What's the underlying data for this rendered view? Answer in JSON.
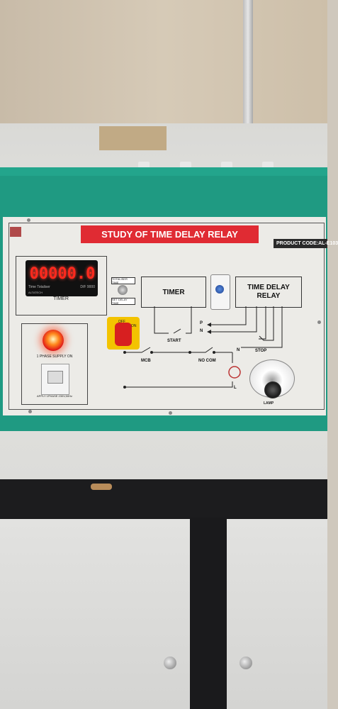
{
  "panel": {
    "title": "STUDY OF TIME DELAY RELAY",
    "product_code": "PRODUCT CODE:AL-E103"
  },
  "timer": {
    "display_value": "00000.0",
    "label": "TIMER",
    "small_left": "Time Totaliser",
    "small_right": "D/F 9000",
    "small_brand": "ALTATECH"
  },
  "toggle": {
    "top_label": "TOTALISER TIME",
    "bottom_label": "SET DELAY TIME"
  },
  "power": {
    "lamp_label": "1 PHASE SUPPLY ON",
    "apply_label": "APPLY 1PHASE 230V,50Hz"
  },
  "rotary_switch": {
    "off_label": "OFF",
    "on_label": "ON"
  },
  "diagram": {
    "timer_box": "TIMER",
    "tdr_box_line1": "TIME DELAY",
    "tdr_box_line2": "RELAY",
    "start": "START",
    "stop": "STOP",
    "p": "P",
    "n_upper": "N",
    "n_lower": "N",
    "mcb": "MCB",
    "no_com": "NO COM",
    "l": "L"
  },
  "lamp": {
    "label": "LAMP"
  },
  "colors": {
    "enclosure": "#1f9a82",
    "title_band": "#e02b33",
    "display_digits": "#ff2a1e",
    "indicator": "#e01818",
    "switch_base": "#f3c300"
  }
}
